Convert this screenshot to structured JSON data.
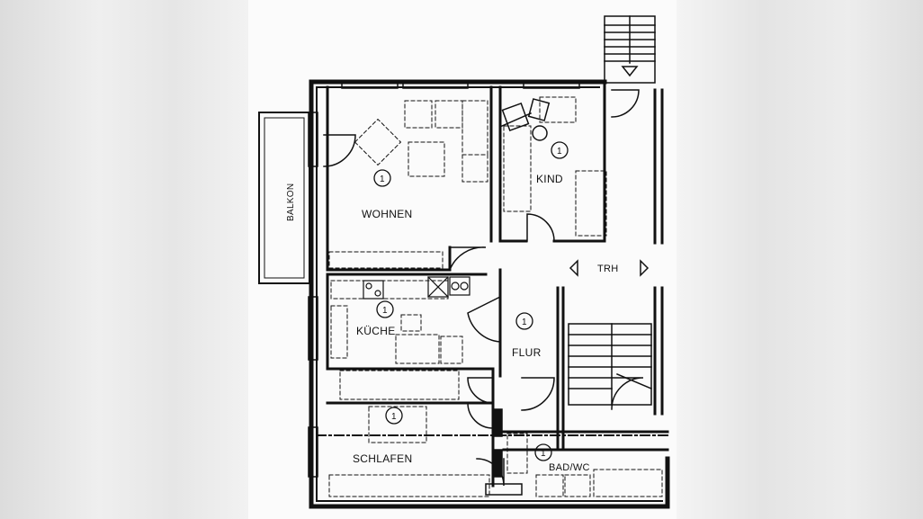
{
  "rooms": {
    "wohnen": {
      "label": "WOHNEN",
      "marker": "1"
    },
    "kind": {
      "label": "KIND",
      "marker": "1"
    },
    "kueche": {
      "label": "KÜCHE",
      "marker": "1"
    },
    "flur": {
      "label": "FLUR",
      "marker": "1"
    },
    "schlafen": {
      "label": "SCHLAFEN",
      "marker": "1"
    },
    "bad": {
      "label": "BAD/WC",
      "marker": "1"
    },
    "trh": {
      "label": "TRH"
    },
    "balkon": {
      "label": "BALKON"
    }
  },
  "colors": {
    "ink": "#111111",
    "paper": "#fbfbfb",
    "backdrop": "#e9e9e9"
  }
}
